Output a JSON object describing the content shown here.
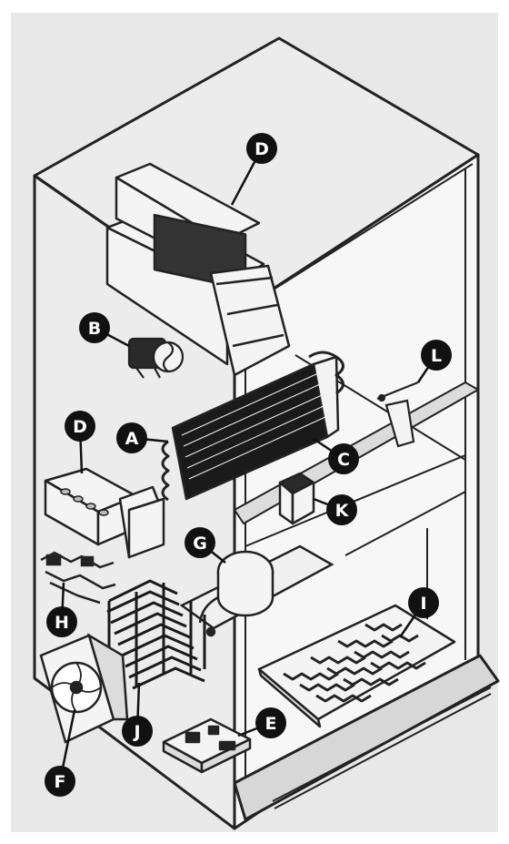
{
  "diagram": {
    "callouts": [
      {
        "id": "D-top",
        "letter": "D"
      },
      {
        "id": "B",
        "letter": "B"
      },
      {
        "id": "D-side",
        "letter": "D"
      },
      {
        "id": "A",
        "letter": "A"
      },
      {
        "id": "C",
        "letter": "C"
      },
      {
        "id": "L",
        "letter": "L"
      },
      {
        "id": "K",
        "letter": "K"
      },
      {
        "id": "G",
        "letter": "G"
      },
      {
        "id": "I",
        "letter": "I"
      },
      {
        "id": "H",
        "letter": "H"
      },
      {
        "id": "J",
        "letter": "J"
      },
      {
        "id": "E",
        "letter": "E"
      },
      {
        "id": "F",
        "letter": "F"
      }
    ]
  },
  "colors": {
    "background": "#ffffff",
    "panel": "#e8e8e8",
    "line": "#222222",
    "callout_fill": "#111111",
    "callout_text": "#ffffff",
    "coil": "#1a1a1a",
    "part_fill": "#f4f4f4"
  }
}
